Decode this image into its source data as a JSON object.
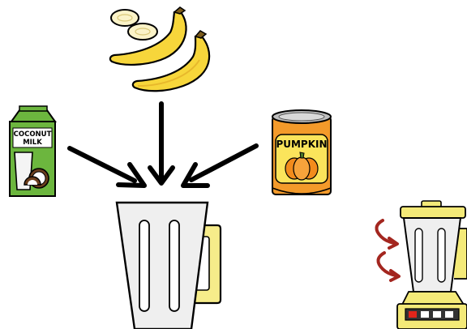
{
  "ingredients": {
    "coconut_milk": {
      "line1": "COCONUT",
      "line2": "MILK"
    },
    "pumpkin_can": {
      "label": "PUMPKIN"
    },
    "banana": "banana"
  },
  "colors": {
    "outline": "#000000",
    "banana_yellow": "#f7d63b",
    "banana_shade": "#e8b82c",
    "banana_slice": "#fbf3c8",
    "carton_green": "#6cb63e",
    "can_orange": "#f39a2a",
    "can_label": "#fbe45b",
    "pumpkin": "#f28b1c",
    "pitcher_body": "#efefef",
    "pitcher_handle": "#f6ec8a",
    "blender_base": "#f4ea78",
    "spin_arrow": "#a3261f",
    "button_red": "#e1251b"
  }
}
